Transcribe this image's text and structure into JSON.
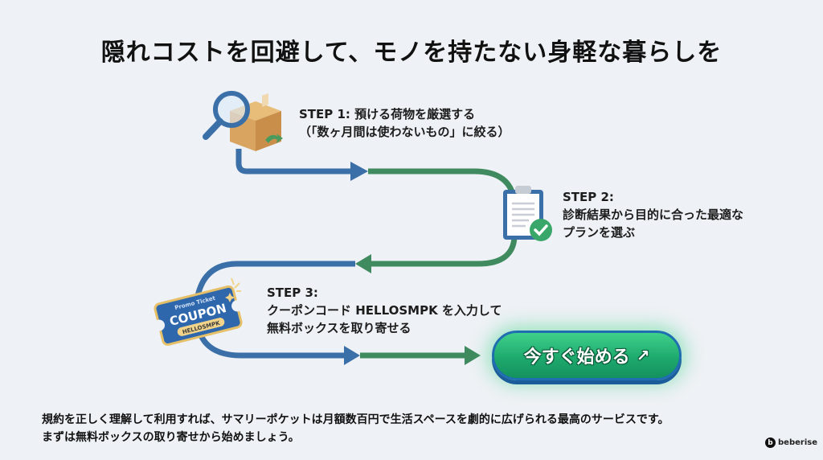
{
  "title": "隠れコストを回避して、モノを持たない身軽な暮らしを",
  "steps": [
    {
      "label": "STEP 1: 預ける荷物を厳選する",
      "detail": "（「数ヶ月間は使わないもの」に絞る）",
      "icon": "box-magnifier-icon"
    },
    {
      "label": "STEP 2:",
      "detail_line1": "診断結果から目的に合った最適な",
      "detail_line2": "プランを選ぶ",
      "icon": "clipboard-check-icon"
    },
    {
      "label": "STEP 3:",
      "detail_line1": "クーポンコード HELLOSMPK を入力して",
      "detail_line2": "無料ボックスを取り寄せる",
      "icon": "coupon-ticket-icon",
      "coupon": {
        "top_text": "Promo Ticket",
        "main_text": "COUPON",
        "code": "HELLOSMPK"
      }
    }
  ],
  "cta": {
    "label": "今すぐ始める",
    "arrow": "↗"
  },
  "footer": {
    "line1": "規約を正しく理解して利用すれば、サマリーポケットは月額数百円で生活スペースを劇的に広げられる最高のサービスです。",
    "line2": "まずは無料ボックスの取り寄せから始めましょう。"
  },
  "brand": {
    "logo_letter": "b",
    "name": "beberise"
  },
  "colors": {
    "blue": "#3a6fa8",
    "green": "#3f8a5e",
    "cta_green": "#1eaa6e",
    "background": "#eef1f5"
  }
}
